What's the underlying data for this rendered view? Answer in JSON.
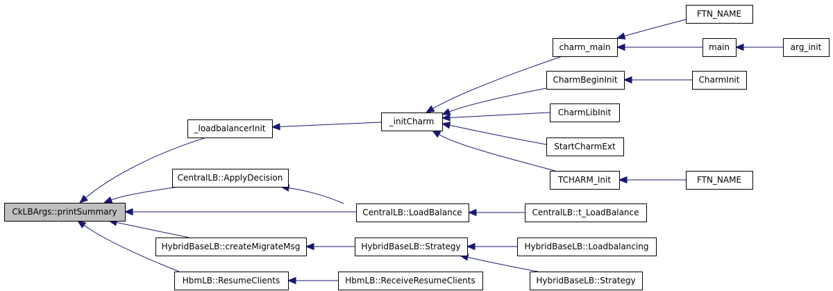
{
  "nodes": [
    {
      "id": "root",
      "label": "CkLBArgs::printSummary",
      "root": true
    },
    {
      "id": "lbinit",
      "label": "_loadbalancerInit"
    },
    {
      "id": "applydec",
      "label": "CentralLB::ApplyDecision"
    },
    {
      "id": "createmig",
      "label": "HybridBaseLB::createMigrateMsg"
    },
    {
      "id": "resumecl",
      "label": "HbmLB::ResumeClients"
    },
    {
      "id": "initcharm",
      "label": "_initCharm"
    },
    {
      "id": "loadbal",
      "label": "CentralLB::LoadBalance"
    },
    {
      "id": "strategy1",
      "label": "HybridBaseLB::Strategy"
    },
    {
      "id": "recvresume",
      "label": "HbmLB::ReceiveResumeClients"
    },
    {
      "id": "charmmain",
      "label": "charm_main"
    },
    {
      "id": "charmbegin",
      "label": "CharmBeginInit"
    },
    {
      "id": "charmlib",
      "label": "CharmLibInit"
    },
    {
      "id": "startext",
      "label": "StartCharmExt"
    },
    {
      "id": "tcharm",
      "label": "TCHARM_Init"
    },
    {
      "id": "tloadbal",
      "label": "CentralLB::t_LoadBalance"
    },
    {
      "id": "lbing",
      "label": "HybridBaseLB::Loadbalancing"
    },
    {
      "id": "strategy2",
      "label": "HybridBaseLB::Strategy"
    },
    {
      "id": "ftn1",
      "label": "FTN_NAME"
    },
    {
      "id": "main",
      "label": "main"
    },
    {
      "id": "charminit",
      "label": "CharmInit"
    },
    {
      "id": "ftn2",
      "label": "FTN_NAME"
    },
    {
      "id": "arginit",
      "label": "arg_init"
    }
  ],
  "edges": [
    {
      "from": "lbinit",
      "to": "root"
    },
    {
      "from": "applydec",
      "to": "root"
    },
    {
      "from": "loadbal",
      "to": "root"
    },
    {
      "from": "createmig",
      "to": "root"
    },
    {
      "from": "resumecl",
      "to": "root"
    },
    {
      "from": "initcharm",
      "to": "lbinit"
    },
    {
      "from": "loadbal",
      "to": "applydec"
    },
    {
      "from": "strategy1",
      "to": "createmig"
    },
    {
      "from": "recvresume",
      "to": "resumecl"
    },
    {
      "from": "charmmain",
      "to": "initcharm"
    },
    {
      "from": "charmbegin",
      "to": "initcharm"
    },
    {
      "from": "charmlib",
      "to": "initcharm"
    },
    {
      "from": "startext",
      "to": "initcharm"
    },
    {
      "from": "tcharm",
      "to": "initcharm"
    },
    {
      "from": "tloadbal",
      "to": "loadbal"
    },
    {
      "from": "lbing",
      "to": "strategy1"
    },
    {
      "from": "strategy2",
      "to": "strategy1"
    },
    {
      "from": "ftn1",
      "to": "charmmain"
    },
    {
      "from": "main",
      "to": "charmmain"
    },
    {
      "from": "charminit",
      "to": "charmbegin"
    },
    {
      "from": "ftn2",
      "to": "tcharm"
    },
    {
      "from": "arginit",
      "to": "main"
    }
  ],
  "colors": {
    "edge": "#191970",
    "root_fill": "#bfbfbf",
    "node_fill": "#ffffff",
    "node_stroke": "#000000"
  }
}
